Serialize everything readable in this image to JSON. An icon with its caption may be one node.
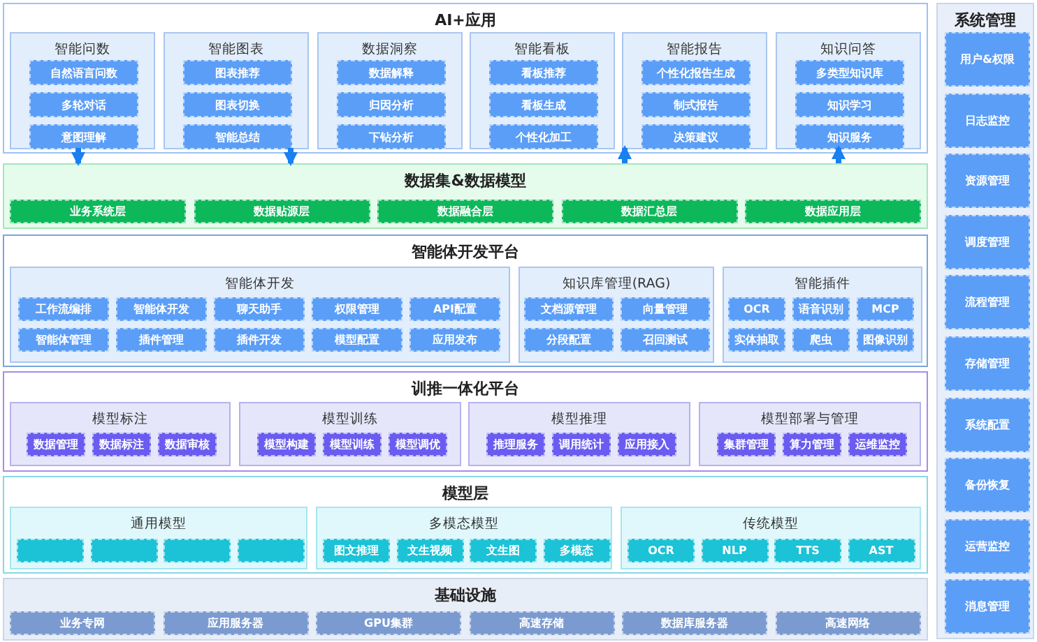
{
  "diagram": {
    "nodes": [
      {
        "text": [
          "AI+应用"
        ]
      },
      {
        "text": [
          "智能问数"
        ],
        "in": 0
      },
      {
        "text": [
          "自然语言问数"
        ],
        "in": 1
      },
      {
        "text": [
          "多轮对话"
        ],
        "in": 1
      },
      {
        "text": [
          "意图理解"
        ],
        "in": 1
      },
      {
        "text": [
          "智能图表"
        ],
        "in": 0
      },
      {
        "text": [
          "图表推荐"
        ],
        "in": 5
      },
      {
        "text": [
          "图表切换"
        ],
        "in": 5
      },
      {
        "text": [
          "智能总结"
        ],
        "in": 5
      },
      {
        "text": [
          "数据洞察"
        ],
        "in": 0
      },
      {
        "text": [
          "数据解释"
        ],
        "in": 9
      },
      {
        "text": [
          "归因分析"
        ],
        "in": 9
      },
      {
        "text": [
          "下钻分析"
        ],
        "in": 9
      },
      {
        "text": [
          "智能看板"
        ],
        "in": 0
      },
      {
        "text": [
          "看板推荐"
        ],
        "in": 13
      },
      {
        "text": [
          "看板生成"
        ],
        "in": 13
      },
      {
        "text": [
          "个性化加工"
        ],
        "in": 13
      },
      {
        "text": [
          "智能报告"
        ],
        "in": 0
      },
      {
        "text": [
          "个性化报告生成"
        ],
        "in": 17
      },
      {
        "text": [
          "制式报告"
        ],
        "in": 17
      },
      {
        "text": [
          "决策建议"
        ],
        "in": 17
      },
      {
        "text": [
          "知识问答"
        ],
        "in": 0
      },
      {
        "text": [
          "多类型知识库"
        ],
        "in": 21
      },
      {
        "text": [
          "知识学习"
        ],
        "in": 21
      },
      {
        "text": [
          "知识服务"
        ],
        "in": 21
      },
      {
        "text": [
          "数据集&数据模型"
        ]
      },
      {
        "text": [
          "业务系统层"
        ],
        "in": 25
      },
      {
        "text": [
          "数据贴源层"
        ],
        "in": 25
      },
      {
        "text": [
          "数据融合层"
        ],
        "in": 25
      },
      {
        "text": [
          "数据汇总层"
        ],
        "in": 25
      },
      {
        "text": [
          "数据应用层"
        ],
        "in": 25
      },
      {
        "text": [
          "智能体开发平台"
        ]
      },
      {
        "text": [
          "智能体开发"
        ],
        "in": 31
      },
      {
        "text": [
          "工作流编排"
        ],
        "in": 32
      },
      {
        "text": [
          "智能体开发"
        ],
        "in": 32
      },
      {
        "text": [
          "聊天助手"
        ],
        "in": 32
      },
      {
        "text": [
          "权限管理"
        ],
        "in": 32
      },
      {
        "text": [
          "API配置"
        ],
        "in": 32
      },
      {
        "text": [
          "智能体管理"
        ],
        "in": 32
      },
      {
        "text": [
          "插件管理"
        ],
        "in": 32
      },
      {
        "text": [
          "插件开发"
        ],
        "in": 32
      },
      {
        "text": [
          "模型配置"
        ],
        "in": 32
      },
      {
        "text": [
          "应用发布"
        ],
        "in": 32
      },
      {
        "text": [
          "知识库管理(RAG)"
        ],
        "in": 31
      },
      {
        "text": [
          "文档源管理"
        ],
        "in": 43
      },
      {
        "text": [
          "向量管理"
        ],
        "in": 43
      },
      {
        "text": [
          "分段配置"
        ],
        "in": 43
      },
      {
        "text": [
          "召回测试"
        ],
        "in": 43
      },
      {
        "text": [
          "智能插件"
        ],
        "in": 31
      },
      {
        "text": [
          "OCR"
        ],
        "in": 48
      },
      {
        "text": [
          "语音识别"
        ],
        "in": 48
      },
      {
        "text": [
          "MCP"
        ],
        "in": 48
      },
      {
        "text": [
          "实体抽取"
        ],
        "in": 48
      },
      {
        "text": [
          "爬虫"
        ],
        "in": 48
      },
      {
        "text": [
          "图像识别"
        ],
        "in": 48
      },
      {
        "text": [
          "训推一体化平台"
        ]
      },
      {
        "text": [
          "模型标注"
        ],
        "in": 55
      },
      {
        "text": [
          "数据管理"
        ],
        "in": 56
      },
      {
        "text": [
          "数据标注"
        ],
        "in": 56
      },
      {
        "text": [
          "数据审核"
        ],
        "in": 56
      },
      {
        "text": [
          "模型训练"
        ],
        "in": 55
      },
      {
        "text": [
          "模型构建"
        ],
        "in": 60
      },
      {
        "text": [
          "模型训练"
        ],
        "in": 60
      },
      {
        "text": [
          "模型调优"
        ],
        "in": 60
      },
      {
        "text": [
          "模型推理"
        ],
        "in": 55
      },
      {
        "text": [
          "推理服务"
        ],
        "in": 64
      },
      {
        "text": [
          "调用统计"
        ],
        "in": 64
      },
      {
        "text": [
          "应用接入"
        ],
        "in": 64
      },
      {
        "text": [
          "模型部署与管理"
        ],
        "in": 55
      },
      {
        "text": [
          "集群管理"
        ],
        "in": 68
      },
      {
        "text": [
          "算力管理"
        ],
        "in": 68
      },
      {
        "text": [
          "运维监控"
        ],
        "in": 68
      },
      {
        "text": [
          "模型层"
        ]
      },
      {
        "text": [
          "通用模型"
        ],
        "in": 72
      },
      {
        "text": [],
        "shape": "box",
        "in": 73
      },
      {
        "text": [],
        "shape": "box",
        "in": 73
      },
      {
        "text": [],
        "shape": "box",
        "in": 73
      },
      {
        "text": [],
        "shape": "box",
        "in": 73
      },
      {
        "text": [
          "多模态模型"
        ],
        "in": 72
      },
      {
        "text": [
          "图文推理"
        ],
        "in": 78
      },
      {
        "text": [
          "文生视频"
        ],
        "in": 78
      },
      {
        "text": [
          "文生图"
        ],
        "in": 78
      },
      {
        "text": [
          "多模态"
        ],
        "in": 78
      },
      {
        "text": [
          "传统模型"
        ],
        "in": 72
      },
      {
        "text": [
          "OCR"
        ],
        "in": 83
      },
      {
        "text": [
          "NLP"
        ],
        "in": 83
      },
      {
        "text": [
          "TTS"
        ],
        "in": 83
      },
      {
        "text": [
          "AST"
        ],
        "in": 83
      },
      {
        "text": [
          "基础设施"
        ]
      },
      {
        "text": [
          "业务专网"
        ],
        "in": 88
      },
      {
        "text": [
          "应用服务器"
        ],
        "in": 88
      },
      {
        "text": [
          "GPU集群"
        ],
        "in": 88
      },
      {
        "text": [
          "高速存储"
        ],
        "in": 88
      },
      {
        "text": [
          "数据库服务器"
        ],
        "in": 88
      },
      {
        "text": [
          "高速网络"
        ],
        "in": 88
      },
      {
        "text": [
          "系统管理"
        ]
      },
      {
        "text": [
          "用户&权限"
        ],
        "in": 95
      },
      {
        "text": [
          "日志监控"
        ],
        "in": 95
      },
      {
        "text": [
          "资源管理"
        ],
        "in": 95
      },
      {
        "text": [
          "调度管理"
        ],
        "in": 95
      },
      {
        "text": [
          "流程管理"
        ],
        "in": 95
      },
      {
        "text": [
          "存储管理"
        ],
        "in": 95
      },
      {
        "text": [
          "系统配置"
        ],
        "in": 95
      },
      {
        "text": [
          "备份恢复"
        ],
        "in": 95
      },
      {
        "text": [
          "运营监控"
        ],
        "in": 95
      },
      {
        "text": [
          "消息管理"
        ],
        "in": 95
      }
    ],
    "edges": [
      {
        "from": 1,
        "to": 25,
        "arrow": "to"
      },
      {
        "from": 5,
        "to": 25,
        "arrow": "to"
      },
      {
        "from": 25,
        "to": 17,
        "arrow": "to"
      },
      {
        "from": 25,
        "to": 21,
        "arrow": "to"
      }
    ]
  }
}
